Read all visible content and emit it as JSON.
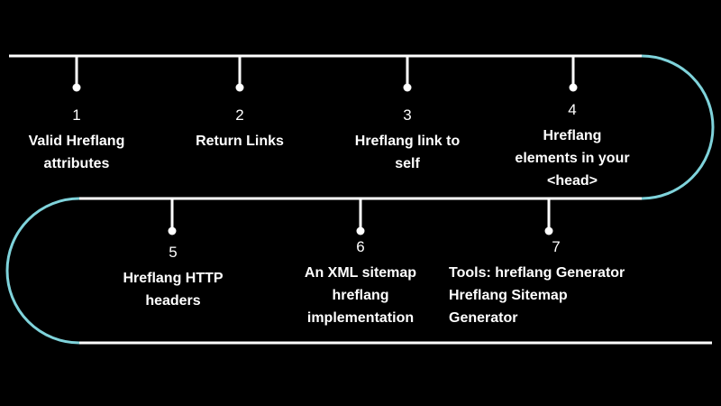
{
  "colors": {
    "background": "#000000",
    "track": "#ffffff",
    "curve": "#7fd3db",
    "text": "#ffffff"
  },
  "steps": [
    {
      "number": "1",
      "label": "Valid Hreflang\nattributes"
    },
    {
      "number": "2",
      "label": "Return Links"
    },
    {
      "number": "3",
      "label": "Hreflang link to\nself"
    },
    {
      "number": "4",
      "label": "Hreflang\nelements in your\n<head>"
    },
    {
      "number": "5",
      "label": "Hreflang HTTP\nheaders"
    },
    {
      "number": "6",
      "label": "An XML sitemap\nhreflang\nimplementation"
    },
    {
      "number": "7",
      "label": "Tools: hreflang Generator\nHreflang Sitemap\nGenerator"
    }
  ]
}
